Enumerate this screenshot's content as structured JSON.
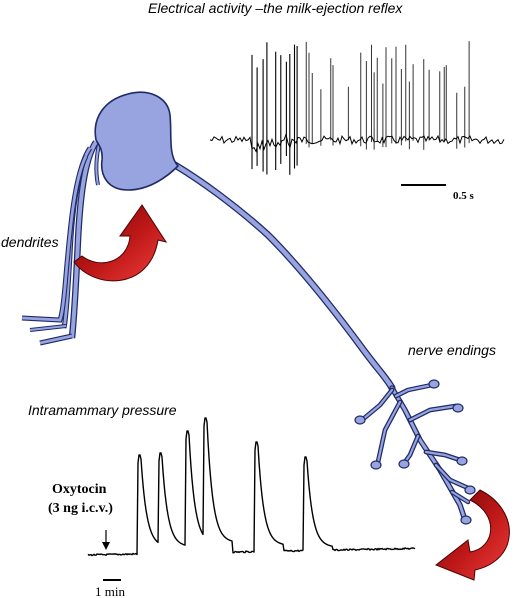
{
  "labels": {
    "title": "Electrical activity –the milk-ejection reflex",
    "dendrites": "dendrites",
    "nerve_endings": "nerve endings",
    "intramammary": "Intramammary pressure",
    "oxytocin": "Oxytocin",
    "dose": "(3 ng i.c.v.)",
    "scale_time_top": "0.5 s",
    "scale_time_bottom": "1 min"
  },
  "colors": {
    "neuron_fill": "#98a4e0",
    "neuron_stroke": "#1f2a66",
    "arrow_dark": "#7a0a0a",
    "arrow_light": "#e23030",
    "trace": "#000000"
  }
}
